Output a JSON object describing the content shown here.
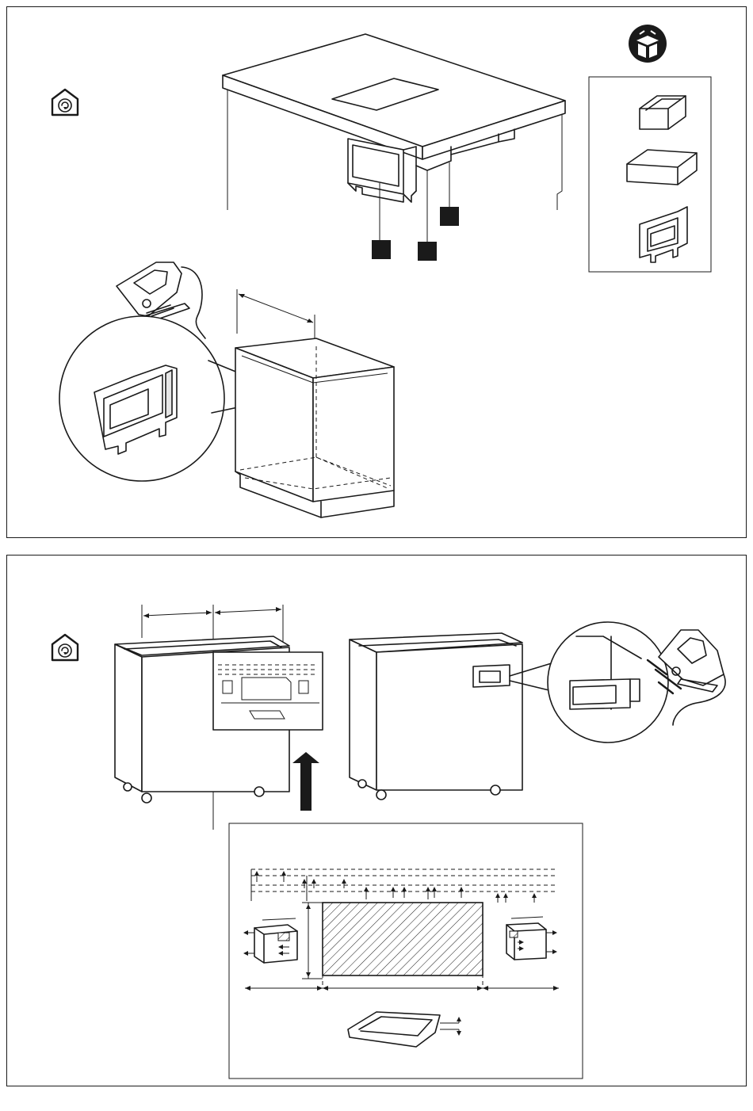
{
  "figure_1": {
    "callouts": [
      {
        "id": "marker-a"
      },
      {
        "id": "marker-b"
      },
      {
        "id": "marker-c"
      }
    ],
    "accessory_box": {
      "items": [
        "duct-adapter",
        "flat-duct-piece",
        "cabinet-flange"
      ]
    },
    "icons": [
      "ventilation-house-icon",
      "accessories-box-icon",
      "jigsaw-icon"
    ]
  },
  "figure_2": {
    "icons": [
      "ventilation-house-icon",
      "jigsaw-icon",
      "up-arrow-icon"
    ],
    "template_dimensions": {
      "top_arrows": 14,
      "cutout": "hatched-rectangle"
    }
  },
  "colors": {
    "line": "#1a1a1a",
    "background": "#ffffff",
    "callout_fill": "#1a1a1a"
  }
}
